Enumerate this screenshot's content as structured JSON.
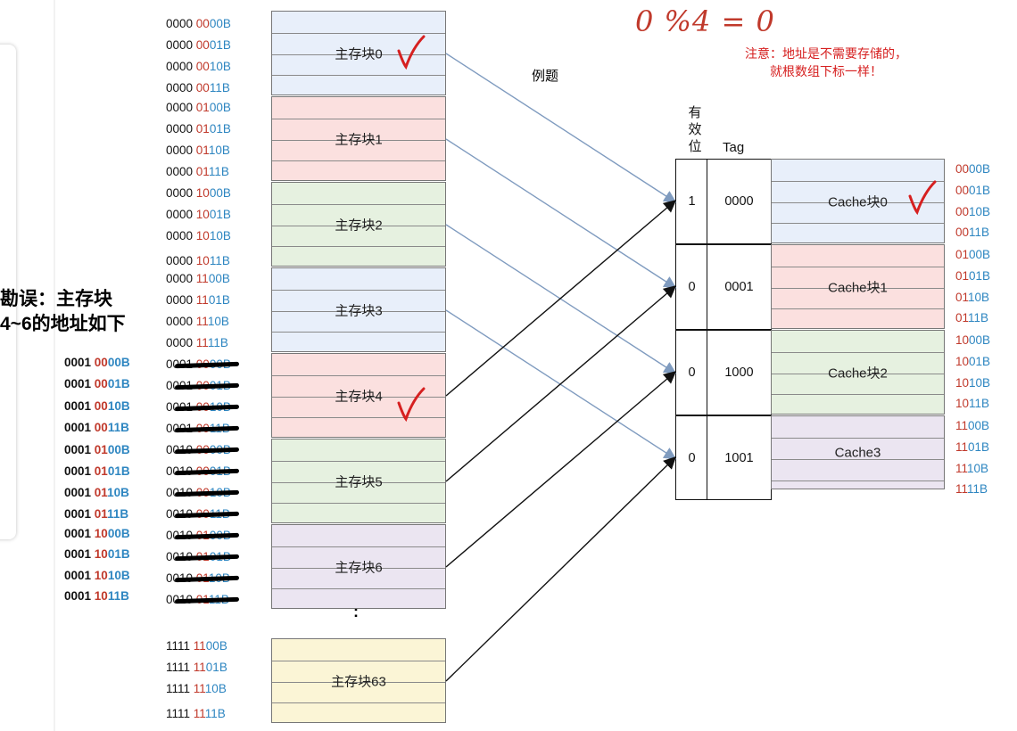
{
  "errata": [
    "勘误：主存块",
    "4~6的地址如下"
  ],
  "example_label": "例题",
  "handwritten": "0 %4 = 0",
  "note": [
    "注意：地址是不需要存储的，",
    "就根数组下标一样！"
  ],
  "ellipsis": ":",
  "colors": {
    "blue_block": "#e8effa",
    "red_block": "#fbe0df",
    "green_block": "#e6f1e0",
    "purple_block": "#ebe5f1",
    "yellow_block": "#fbf5d6",
    "addr_high": "#c0392b",
    "addr_low": "#2e86c1",
    "arrow_blue": "#7f9bbf",
    "check_red": "#d62020"
  },
  "main_memory": {
    "blocks": [
      {
        "label": "主存块0",
        "color": "blue",
        "check": true,
        "addresses": [
          {
            "hi": "0000 ",
            "mid": "00",
            "lo": "00B"
          },
          {
            "hi": "0000 ",
            "mid": "00",
            "lo": "01B"
          },
          {
            "hi": "0000 ",
            "mid": "00",
            "lo": "10B"
          },
          {
            "hi": "0000 ",
            "mid": "00",
            "lo": "11B"
          }
        ]
      },
      {
        "label": "主存块1",
        "color": "red",
        "addresses": [
          {
            "hi": "0000 ",
            "mid": "01",
            "lo": "00B"
          },
          {
            "hi": "0000 ",
            "mid": "01",
            "lo": "01B"
          },
          {
            "hi": "0000 ",
            "mid": "01",
            "lo": "10B"
          },
          {
            "hi": "0000 ",
            "mid": "01",
            "lo": "11B"
          }
        ]
      },
      {
        "label": "主存块2",
        "color": "green",
        "addresses": [
          {
            "hi": "0000 ",
            "mid": "10",
            "lo": "00B"
          },
          {
            "hi": "0000 ",
            "mid": "10",
            "lo": "01B"
          },
          {
            "hi": "0000 ",
            "mid": "10",
            "lo": "10B"
          },
          {
            "hi": "0000 ",
            "mid": "10",
            "lo": "11B"
          }
        ]
      },
      {
        "label": "主存块3",
        "color": "blue",
        "addresses": [
          {
            "hi": "0000 ",
            "mid": "11",
            "lo": "00B"
          },
          {
            "hi": "0000 ",
            "mid": "11",
            "lo": "01B"
          },
          {
            "hi": "0000 ",
            "mid": "11",
            "lo": "10B"
          },
          {
            "hi": "0000 ",
            "mid": "11",
            "lo": "11B"
          }
        ]
      },
      {
        "label": "主存块4",
        "color": "red",
        "check": true,
        "addresses": [
          {
            "hi": "0001 ",
            "mid": "00",
            "lo": "00B"
          },
          {
            "hi": "0001 ",
            "mid": "00",
            "lo": "01B"
          },
          {
            "hi": "0001 ",
            "mid": "00",
            "lo": "10B"
          },
          {
            "hi": "0001 ",
            "mid": "00",
            "lo": "11B"
          }
        ]
      },
      {
        "label": "主存块5",
        "color": "green",
        "addresses": [
          {
            "hi": "0010 ",
            "mid": "00",
            "lo": "00B"
          },
          {
            "hi": "0010 ",
            "mid": "00",
            "lo": "01B"
          },
          {
            "hi": "0010 ",
            "mid": "00",
            "lo": "10B"
          },
          {
            "hi": "0010 ",
            "mid": "00",
            "lo": "11B"
          }
        ]
      },
      {
        "label": "主存块6",
        "color": "purple",
        "addresses": [
          {
            "hi": "0010 ",
            "mid": "01",
            "lo": "00B"
          },
          {
            "hi": "0010 ",
            "mid": "01",
            "lo": "01B"
          },
          {
            "hi": "0010 ",
            "mid": "01",
            "lo": "10B"
          },
          {
            "hi": "0010 ",
            "mid": "01",
            "lo": "11B"
          }
        ]
      },
      {
        "label": "主存块63",
        "color": "yellow",
        "addresses": [
          {
            "hi": "1111 ",
            "mid": "11",
            "lo": "00B"
          },
          {
            "hi": "1111 ",
            "mid": "11",
            "lo": "01B"
          },
          {
            "hi": "1111 ",
            "mid": "11",
            "lo": "10B"
          },
          {
            "hi": "1111 ",
            "mid": "11",
            "lo": "11B"
          }
        ]
      }
    ]
  },
  "corrected_addresses": [
    {
      "hi": "0001 ",
      "mid": "0000",
      "lo": "B"
    },
    {
      "hi": "0001 ",
      "mid": "0001",
      "lo": "B"
    },
    {
      "hi": "0001 ",
      "mid": "0010",
      "lo": "B"
    },
    {
      "hi": "0001 ",
      "mid": "0011",
      "lo": "B"
    },
    {
      "hi": "0001 ",
      "mid": "0100",
      "lo": "B"
    },
    {
      "hi": "0001 ",
      "mid": "0101",
      "lo": "B"
    },
    {
      "hi": "0001 ",
      "mid": "0110",
      "lo": "B"
    },
    {
      "hi": "0001 ",
      "mid": "0111",
      "lo": "B"
    },
    {
      "hi": "0001 ",
      "mid": "1000",
      "lo": "B"
    },
    {
      "hi": "0001 ",
      "mid": "1001",
      "lo": "B"
    },
    {
      "hi": "0001 ",
      "mid": "1010",
      "lo": "B"
    },
    {
      "hi": "0001 ",
      "mid": "1011",
      "lo": "B"
    }
  ],
  "cache": {
    "valid_header": [
      "有",
      "效",
      "位"
    ],
    "tag_header": "Tag",
    "lines": [
      {
        "valid": "1",
        "tag": "0000",
        "label": "Cache块0",
        "color": "blue",
        "check": true,
        "addresses": [
          {
            "mid": "00",
            "lo": "00B"
          },
          {
            "mid": "00",
            "lo": "01B"
          },
          {
            "mid": "00",
            "lo": "10B"
          },
          {
            "mid": "00",
            "lo": "11B"
          }
        ]
      },
      {
        "valid": "0",
        "tag": "0001",
        "label": "Cache块1",
        "color": "red",
        "addresses": [
          {
            "mid": "01",
            "lo": "00B"
          },
          {
            "mid": "01",
            "lo": "01B"
          },
          {
            "mid": "01",
            "lo": "10B"
          },
          {
            "mid": "01",
            "lo": "11B"
          }
        ]
      },
      {
        "valid": "0",
        "tag": "1000",
        "label": "Cache块2",
        "color": "green",
        "addresses": [
          {
            "mid": "10",
            "lo": "00B"
          },
          {
            "mid": "10",
            "lo": "01B"
          },
          {
            "mid": "10",
            "lo": "10B"
          },
          {
            "mid": "10",
            "lo": "11B"
          }
        ]
      },
      {
        "valid": "0",
        "tag": "1001",
        "label": "Cache3",
        "color": "purple",
        "addresses": [
          {
            "mid": "11",
            "lo": "00B"
          },
          {
            "mid": "11",
            "lo": "01B"
          },
          {
            "mid": "11",
            "lo": "10B"
          },
          {
            "mid": "11",
            "lo": "11B"
          }
        ]
      }
    ]
  }
}
